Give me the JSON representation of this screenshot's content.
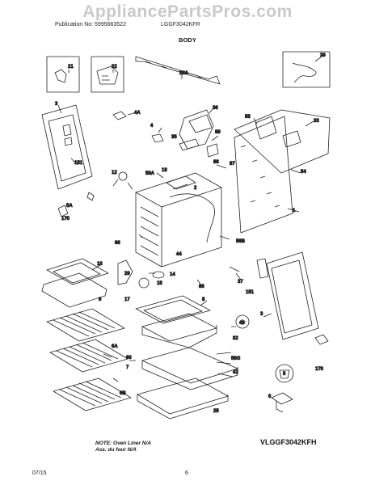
{
  "watermark": "AppliancePartsPros.com",
  "header": {
    "publication": "Publication No: 5995663522",
    "model": "LGGF3042KFR"
  },
  "section_title": "BODY",
  "callouts": [
    "21",
    "22",
    "26A",
    "39",
    "3",
    "4A",
    "36",
    "55",
    "33",
    "151",
    "89",
    "35",
    "4",
    "88",
    "87",
    "54",
    "12",
    "58A",
    "18",
    "5A",
    "2",
    "1",
    "170",
    "86",
    "58B",
    "44",
    "10",
    "29",
    "14",
    "37",
    "151",
    "9",
    "17",
    "15",
    "86",
    "8",
    "3",
    "43",
    "82",
    "6A",
    "90",
    "58G",
    "7",
    "42",
    "25",
    "6B",
    "5",
    "6",
    "170"
  ],
  "note": {
    "line1": "NOTE: Oven Liner N/A",
    "line2": "Ass. du four N/A"
  },
  "diagram_code": "VLGGF3042KFH",
  "footer": {
    "date": "07/15",
    "page": "6"
  }
}
